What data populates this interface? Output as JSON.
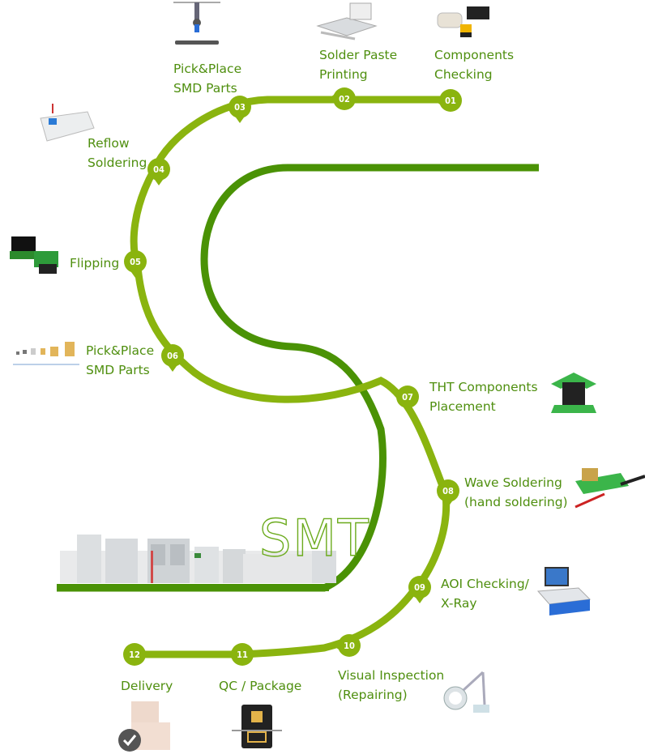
{
  "diagram": {
    "title_text": "SMT",
    "colors": {
      "light_track": "#8ab40f",
      "dark_track": "#4a9205",
      "label_text": "#4f8f0f",
      "badge_text": "#ffffff"
    },
    "steps": [
      {
        "number": "01",
        "lines": [
          "Components",
          "Checking"
        ],
        "icon": "smd-components-icon"
      },
      {
        "number": "02",
        "lines": [
          "Solder Paste",
          "Printing"
        ],
        "icon": "stencil-printer-icon"
      },
      {
        "number": "03",
        "lines": [
          "Pick&Place",
          "SMD Parts"
        ],
        "icon": "pick-and-place-arm-icon"
      },
      {
        "number": "04",
        "lines": [
          "Reflow",
          "Soldering"
        ],
        "icon": "reflow-oven-icon"
      },
      {
        "number": "05",
        "lines": [
          "Flipping"
        ],
        "icon": "socket-adapter-icon"
      },
      {
        "number": "06",
        "lines": [
          "Pick&Place",
          "SMD Parts"
        ],
        "icon": "smd-size-ruler-icon"
      },
      {
        "number": "07",
        "lines": [
          "THT Components",
          "Placement"
        ],
        "icon": "pin-header-icon"
      },
      {
        "number": "08",
        "lines": [
          "Wave Soldering",
          "(hand soldering)"
        ],
        "icon": "probe-board-icon"
      },
      {
        "number": "09",
        "lines": [
          "AOI Checking/",
          "X-Ray"
        ],
        "icon": "aoi-machine-icon"
      },
      {
        "number": "10",
        "lines": [
          "Visual Inspection",
          "(Repairing)"
        ],
        "icon": "magnifier-lamp-icon"
      },
      {
        "number": "11",
        "lines": [
          "QC / Package"
        ],
        "icon": "chip-scan-icon"
      },
      {
        "number": "12",
        "lines": [
          "Delivery"
        ],
        "icon": "package-box-icon"
      }
    ]
  }
}
